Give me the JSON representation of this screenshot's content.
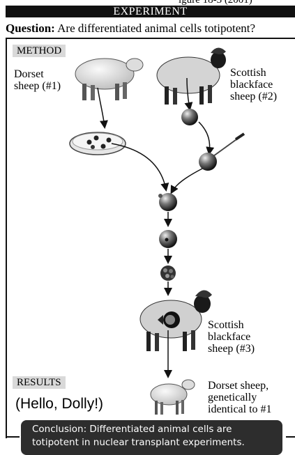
{
  "top_caption": "igure 18-3 (2001)",
  "header": {
    "title": "EXPERIMENT"
  },
  "question": {
    "label": "Question:",
    "text": "Are differentiated animal cells totipotent?"
  },
  "sections": {
    "method": "METHOD",
    "results": "RESULTS"
  },
  "labels": {
    "sheep1": [
      "Dorset",
      "sheep (#1)"
    ],
    "sheep2": [
      "Scottish",
      "blackface",
      "sheep (#2)"
    ],
    "sheep3": [
      "Scottish",
      "blackface",
      "sheep (#3)"
    ],
    "lamb": [
      "Dorset sheep,",
      "genetically",
      "identical to #1"
    ]
  },
  "annotation": "(Hello, Dolly!)",
  "conclusion": [
    "Conclusion: Differentiated animal cells are",
    "totipotent in nuclear transplant experiments."
  ]
}
